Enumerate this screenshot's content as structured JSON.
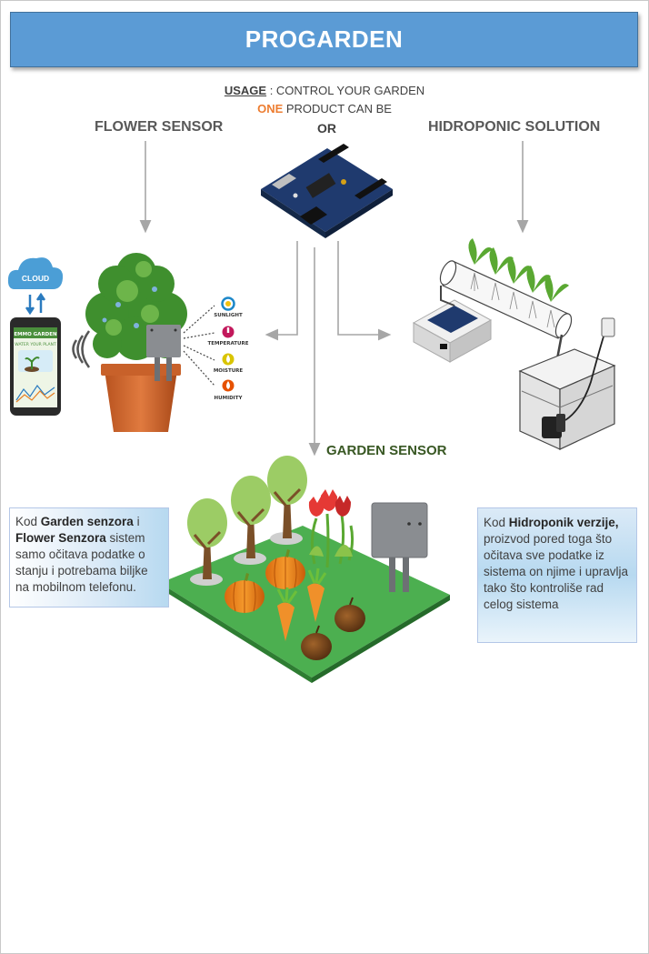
{
  "banner": {
    "title": "PROGARDEN"
  },
  "usage": {
    "label": "USAGE",
    "text": " : CONTROL YOUR GARDEN"
  },
  "product_line": {
    "highlight": "ONE",
    "rest": " PRODUCT CAN BE"
  },
  "headings": {
    "flower_sensor": "FLOWER SENSOR",
    "or": "OR",
    "hydroponic": "HIDROPONIC SOLUTION",
    "garden_sensor": "GARDEN SENSOR"
  },
  "cloud": {
    "label": "CLOUD"
  },
  "phone": {
    "app_title": "EMMO GARDEN",
    "app_text": "WATER YOUR PLANT"
  },
  "sensor_icons": [
    {
      "label": "SUNLIGHT",
      "icon": "sun-icon",
      "color": "#1e88c9"
    },
    {
      "label": "TEMPERATURE",
      "icon": "thermometer-icon",
      "color": "#c2185b"
    },
    {
      "label": "MOISTURE",
      "icon": "water-drop-icon",
      "color": "#c9b800"
    },
    {
      "label": "HUMIDITY",
      "icon": "cloud-drop-icon",
      "color": "#e65100"
    }
  ],
  "notes": {
    "left": {
      "p1": "Kod ",
      "b1": "Garden senzora",
      "p2": " i ",
      "b2": "Flower Senzora",
      "p3": " sistem samo očitava podatke o stanju i potrebama biljke na mobilnom telefonu."
    },
    "right": {
      "p1": "Kod ",
      "b1": "Hidroponik verzije,",
      "p2": " proizvod pored toga što očitava sve podatke iz sistema on njime i upravlja tako što kontroliše rad celog sistema"
    }
  },
  "colors": {
    "banner": "#5b9bd5",
    "highlight": "#ed7d31",
    "garden_heading": "#385723",
    "arrow": "#a6a6a6",
    "board": "#1f3a6e",
    "grass": "#4caf50"
  }
}
